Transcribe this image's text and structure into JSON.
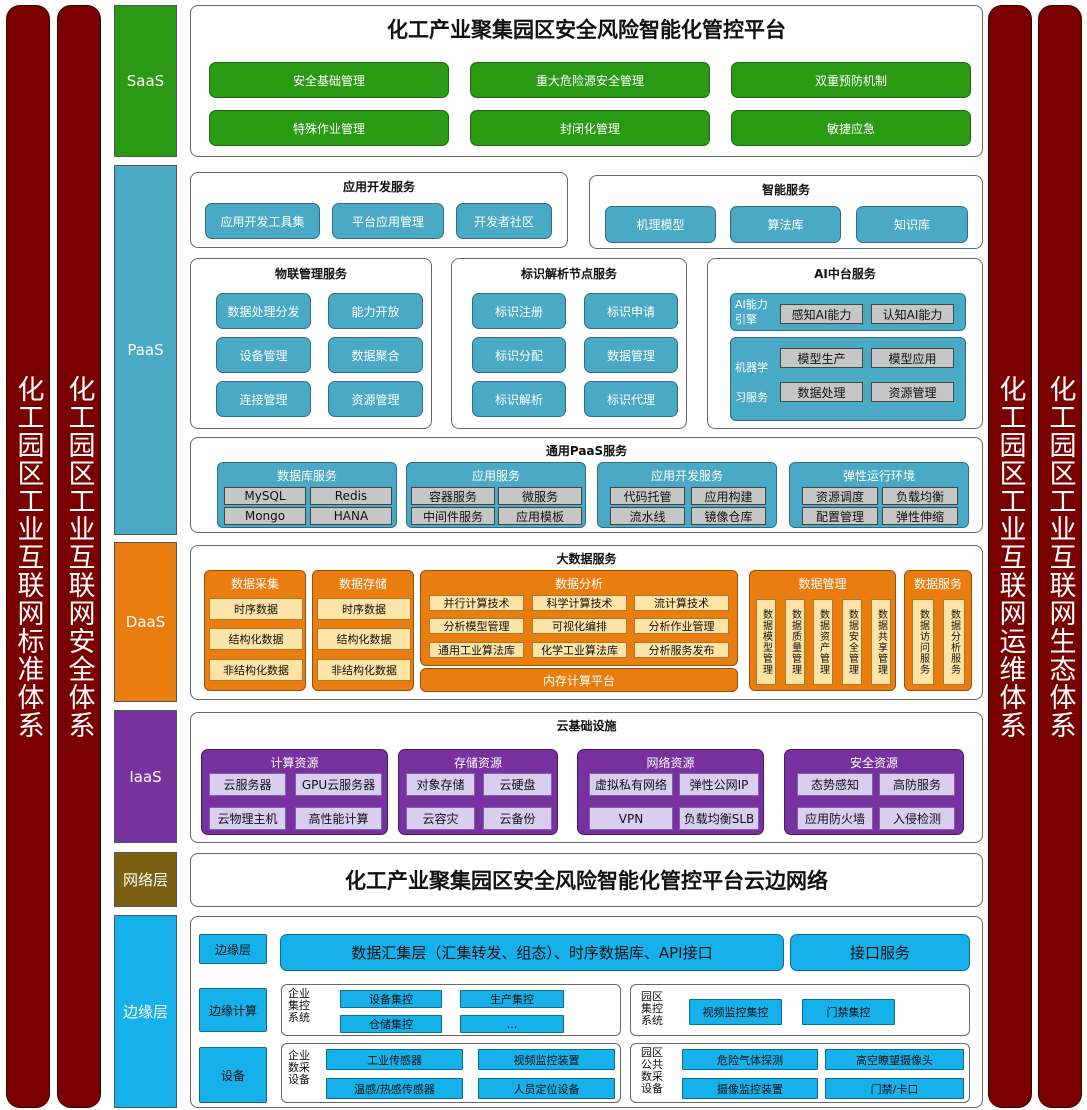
{
  "pillars": {
    "left1": "化工园区工业互联网标准体系",
    "left2": "化工园区工业互联网安全体系",
    "right1": "化工园区工业互联网运维体系",
    "right2": "化工园区工业互联网生态体系"
  },
  "layers": {
    "saas": "SaaS",
    "paas": "PaaS",
    "daas": "DaaS",
    "iaas": "IaaS",
    "network": "网络层",
    "edge": "边缘层"
  },
  "colors": {
    "pillar": "#7a0000",
    "saas": "#2a9a14",
    "paas": "#4aa9c4",
    "daas": "#ea7d10",
    "iaas": "#7732a0",
    "network": "#7a6010",
    "edge": "#16b0ea"
  },
  "saas": {
    "title": "化工产业聚集园区安全风险智能化管控平台",
    "buttons": [
      "安全基础管理",
      "重大危险源安全管理",
      "双重预防机制",
      "特殊作业管理",
      "封闭化管理",
      "敏捷应急"
    ]
  },
  "paas": {
    "appdev": {
      "title": "应用开发服务",
      "items": [
        "应用开发工具集",
        "平台应用管理",
        "开发者社区"
      ]
    },
    "smart": {
      "title": "智能服务",
      "items": [
        "机理模型",
        "算法库",
        "知识库"
      ]
    },
    "iot": {
      "title": "物联管理服务",
      "items": [
        "数据处理分发",
        "能力开放",
        "设备管理",
        "数据聚合",
        "连接管理",
        "资源管理"
      ]
    },
    "ident": {
      "title": "标识解析节点服务",
      "items": [
        "标识注册",
        "标识申请",
        "标识分配",
        "数据管理",
        "标识解析",
        "标识代理"
      ]
    },
    "ai": {
      "title": "AI中台服务",
      "engine_label": "AI能力引擎",
      "engine_items": [
        "感知AI能力",
        "认知AI能力"
      ],
      "ml_label": "机器学习服务",
      "ml_items": [
        "模型生产",
        "模型应用",
        "数据处理",
        "资源管理"
      ]
    },
    "general": {
      "title": "通用PaaS服务",
      "groups": [
        {
          "title": "数据库服务",
          "items": [
            "MySQL",
            "Redis",
            "Mongo",
            "HANA"
          ]
        },
        {
          "title": "应用服务",
          "items": [
            "容器服务",
            "微服务",
            "中间件服务",
            "应用模板"
          ]
        },
        {
          "title": "应用开发服务",
          "items": [
            "代码托管",
            "应用构建",
            "流水线",
            "镜像仓库"
          ]
        },
        {
          "title": "弹性运行环境",
          "items": [
            "资源调度",
            "负载均衡",
            "配置管理",
            "弹性伸缩"
          ]
        }
      ]
    }
  },
  "daas": {
    "title": "大数据服务",
    "collect": {
      "title": "数据采集",
      "items": [
        "时序数据",
        "结构化数据",
        "非结构化数据"
      ]
    },
    "storage": {
      "title": "数据存储",
      "items": [
        "时序数据",
        "结构化数据",
        "非结构化数据"
      ]
    },
    "analysis": {
      "title": "数据分析",
      "items": [
        "并行计算技术",
        "科学计算技术",
        "流计算技术",
        "分析模型管理",
        "可视化编排",
        "分析作业管理",
        "通用工业算法库",
        "化学工业算法库",
        "分析服务发布"
      ],
      "memory": "内存计算平台"
    },
    "manage": {
      "title": "数据管理",
      "items": [
        "数据模型管理",
        "数据质量管理",
        "数据资产管理",
        "数据安全管理",
        "数据共享管理"
      ]
    },
    "service": {
      "title": "数据服务",
      "items": [
        "数据访问服务",
        "数据分析服务"
      ]
    }
  },
  "iaas": {
    "title": "云基础设施",
    "groups": [
      {
        "title": "计算资源",
        "items": [
          "云服务器",
          "GPU云服务器",
          "云物理主机",
          "高性能计算"
        ]
      },
      {
        "title": "存储资源",
        "items": [
          "对象存储",
          "云硬盘",
          "云容灾",
          "云备份"
        ]
      },
      {
        "title": "网络资源",
        "items": [
          "虚拟私有网络",
          "弹性公网IP",
          "VPN",
          "负载均衡SLB"
        ]
      },
      {
        "title": "安全资源",
        "items": [
          "态势感知",
          "高防服务",
          "应用防火墙",
          "入侵检测"
        ]
      }
    ]
  },
  "network": {
    "title": "化工产业聚集园区安全风险智能化管控平台云边网络"
  },
  "edge": {
    "row1": {
      "label": "边缘层",
      "main": "数据汇集层（汇集转发、组态）、时序数据库、API接口",
      "side": "接口服务"
    },
    "row2": {
      "label": "边缘计算",
      "enterprise_label": "企业集控系统",
      "enterprise_items": [
        "设备集控",
        "生产集控",
        "仓储集控",
        "..."
      ],
      "park_label": "园区集控系统",
      "park_items": [
        "视频监控集控",
        "门禁集控"
      ]
    },
    "row3": {
      "label": "设备",
      "enterprise_label": "企业数采设备",
      "enterprise_items": [
        "工业传感器",
        "视频监控装置",
        "温感/热感传感器",
        "人员定位设备"
      ],
      "park_label": "园区公共数采设备",
      "park_items": [
        "危险气体探测",
        "高空瞭望摄像头",
        "摄像监控装置",
        "门禁/卡口"
      ]
    }
  }
}
